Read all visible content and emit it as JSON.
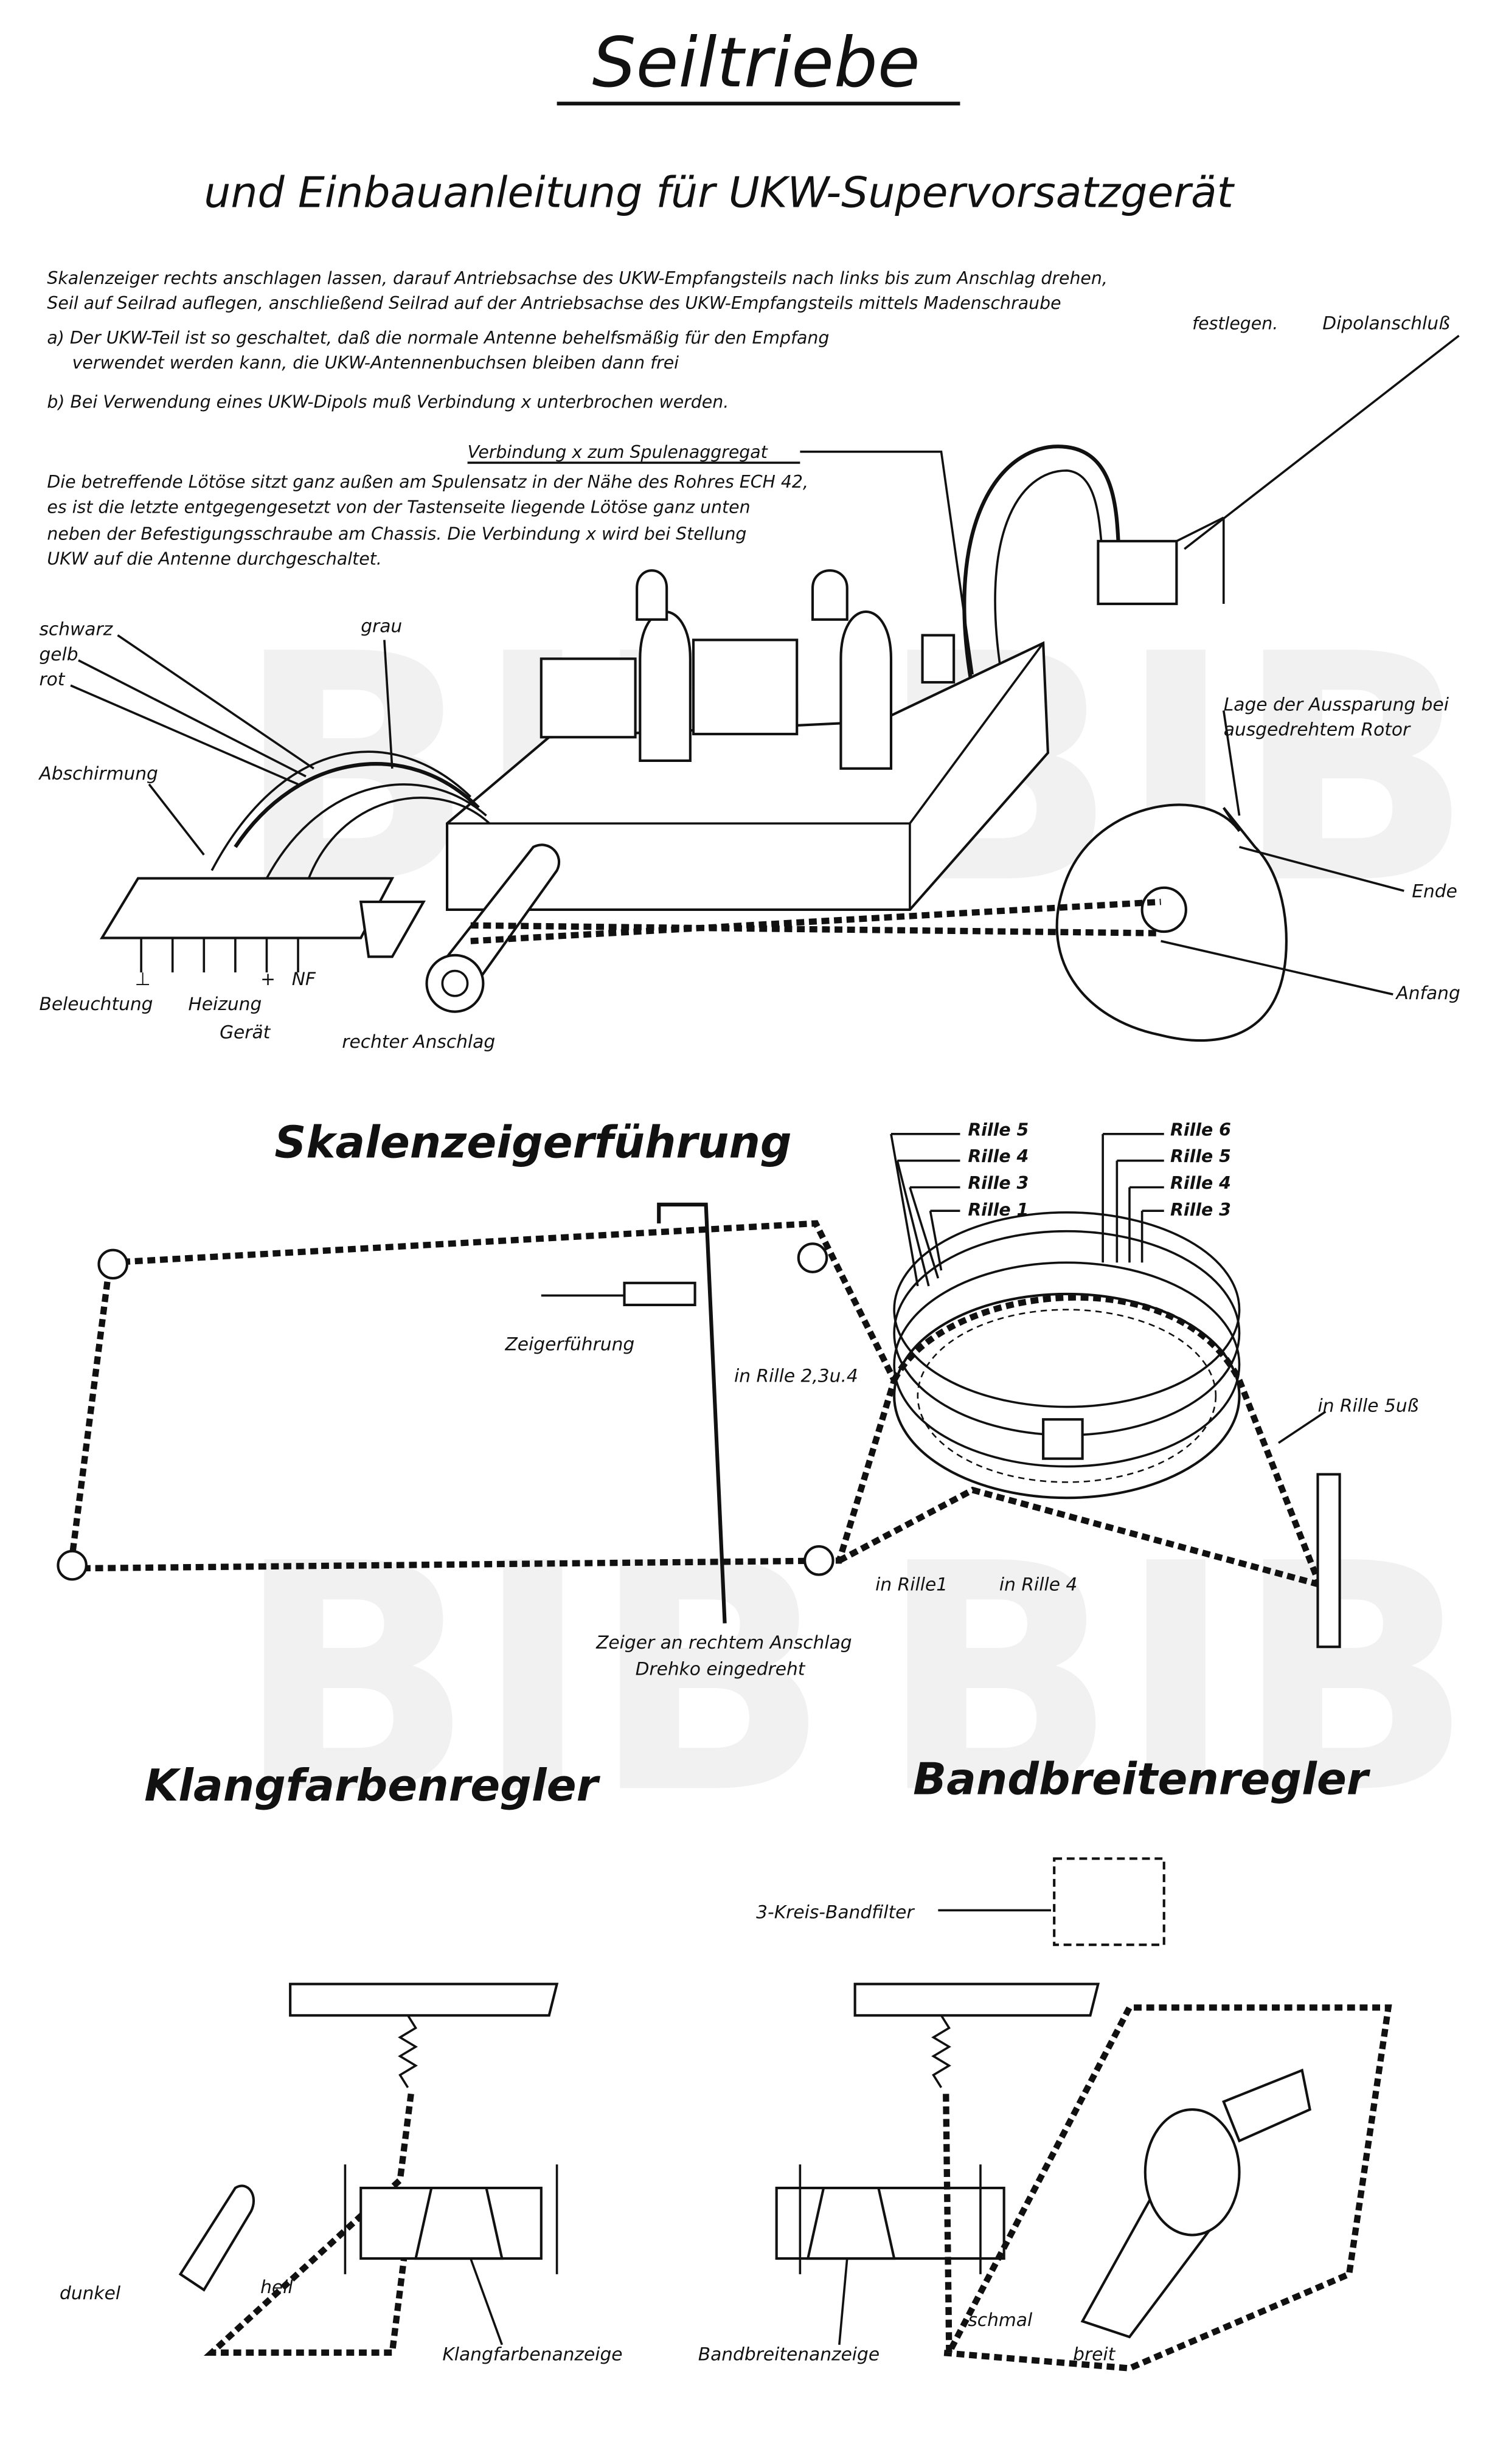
{
  "header": {
    "title": "Seiltriebe",
    "subtitle": "und Einbauanleitung für UKW-Supervorsatzgerät"
  },
  "instructions": {
    "lines": [
      "Skalenzeiger rechts anschlagen lassen, darauf Antriebsachse des UKW-Empfangsteils nach links bis zum Anschlag drehen,",
      "Seil auf Seilrad auflegen, anschließend Seilrad auf der Antriebsachse des UKW-Empfangsteils mittels Madenschraube",
      "festlegen.",
      "a) Der UKW-Teil ist so geschaltet, daß die normale Antenne behelfsmäßig für den Empfang",
      "verwendet werden kann, die UKW-Antennenbuchsen bleiben dann frei",
      "b) Bei Verwendung eines UKW-Dipols muß Verbindung x unterbrochen werden."
    ],
    "connection_heading": "Verbindung x zum Spulenaggregat",
    "connection_lines": [
      "Die betreffende Lötöse sitzt ganz außen am Spulensatz in der Nähe des Rohres ECH 42,",
      "es ist die letzte entgegengesetzt von der Tastenseite liegende Lötöse ganz unten",
      "neben der Befestigungsschraube am Chassis. Die Verbindung x wird bei Stellung",
      "UKW auf die Antenne durchgeschaltet."
    ]
  },
  "installation_labels": {
    "dipol": "Dipolanschluß",
    "schwarz": "schwarz",
    "gelb": "gelb",
    "rot": "rot",
    "grau": "grau",
    "abschirmung": "Abschirmung",
    "lage1": "Lage der Aussparung bei",
    "lage2": "ausgedrehtem Rotor",
    "ende": "Ende",
    "anfang": "Anfang",
    "ground": "⊥",
    "plus": "+",
    "nf": "NF",
    "beleuchtung": "Beleuchtung",
    "heizung": "Heizung",
    "geraet": "Gerät",
    "rechter_anschlag": "rechter Anschlag"
  },
  "skalenzeiger": {
    "title": "Skalenzeigerführung",
    "rille_left": [
      "Rille 5",
      "Rille 4",
      "Rille 3",
      "Rille 1"
    ],
    "rille_right": [
      "Rille 6",
      "Rille 5",
      "Rille 4",
      "Rille 3"
    ],
    "zeigerfuehrung": "Zeigerführung",
    "in_rille_234": "in Rille 2,3u.4",
    "in_rille_5": "in Rille 5uß",
    "in_rille_1": "in Rille1",
    "in_rille_4": "in Rille 4",
    "zeiger1": "Zeiger an rechtem Anschlag",
    "zeiger2": "Drehko eingedreht"
  },
  "regler": {
    "klang_title": "Klangfarbenregler",
    "band_title": "Bandbreitenregler",
    "bandfilter": "3-Kreis-Bandfilter",
    "dunkel": "dunkel",
    "hell": "hell",
    "klang_anzeige": "Klangfarbenanzeige",
    "band_anzeige": "Bandbreitenanzeige",
    "schmal": "schmal",
    "breit": "breit"
  },
  "watermark": "BIB"
}
